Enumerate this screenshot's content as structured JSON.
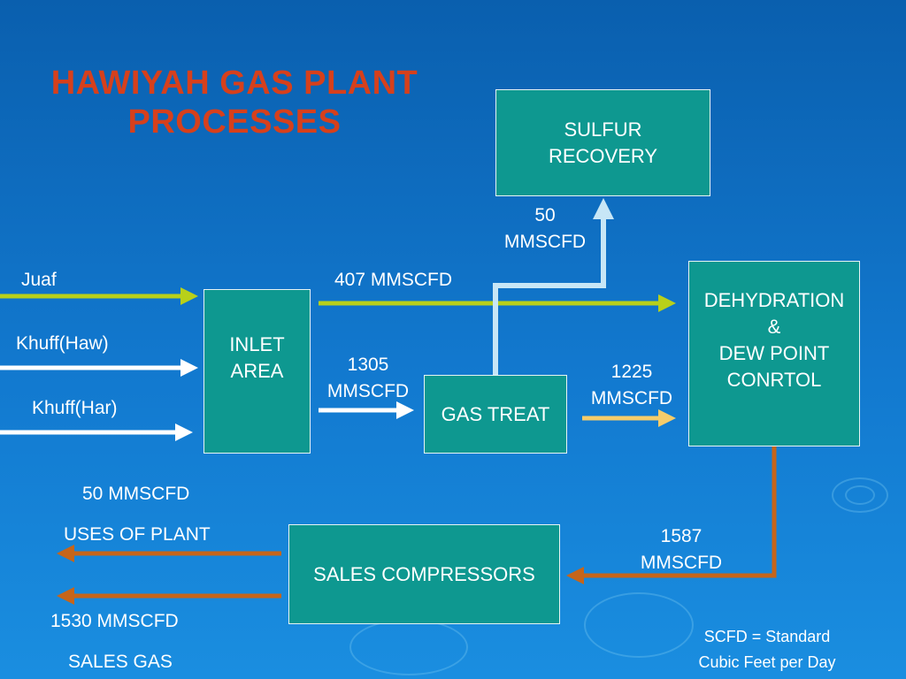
{
  "title": {
    "line1": "HAWIYAH GAS PLANT",
    "line2": "PROCESSES"
  },
  "boxes": {
    "sulfur": {
      "line1": "SULFUR",
      "line2": "RECOVERY"
    },
    "inlet": {
      "line1": "INLET",
      "line2": "AREA"
    },
    "gas_treat": {
      "line1": "GAS TREAT"
    },
    "dehydration": {
      "line1": "DEHYDRATION",
      "line2": "&",
      "line3": "DEW POINT",
      "line4": "CONRTOL"
    },
    "sales_compressors": {
      "line1": "SALES COMPRESSORS"
    }
  },
  "inputs": {
    "juaf": "Juaf",
    "khuff_haw": "Khuff(Haw)",
    "khuff_har": "Khuff(Har)"
  },
  "flows": {
    "to_sulfur": {
      "line1": "50",
      "line2": "MMSCFD"
    },
    "bypass": "407 MMSCFD",
    "inlet_to_treat": {
      "line1": "1305",
      "line2": "MMSCFD"
    },
    "treat_to_dehy": {
      "line1": "1225",
      "line2": "MMSCFD"
    },
    "dehy_to_sales": {
      "line1": "1587",
      "line2": "MMSCFD"
    }
  },
  "outputs": {
    "plant_uses": {
      "amount": "50 MMSCFD",
      "label": "USES OF PLANT"
    },
    "sales_gas": {
      "amount": "1530 MMSCFD",
      "label": "SALES GAS"
    }
  },
  "note": {
    "line1": "SCFD = Standard",
    "line2": "Cubic Feet per Day"
  },
  "colors": {
    "green_flow": "#b8d01a",
    "white_flow": "#ffffff",
    "lightblue_flow": "#c7e6f6",
    "yellow_flow": "#f6cc6a",
    "orange_flow": "#c6651a",
    "box_fill": "#0e9890",
    "title": "#d6401c"
  }
}
